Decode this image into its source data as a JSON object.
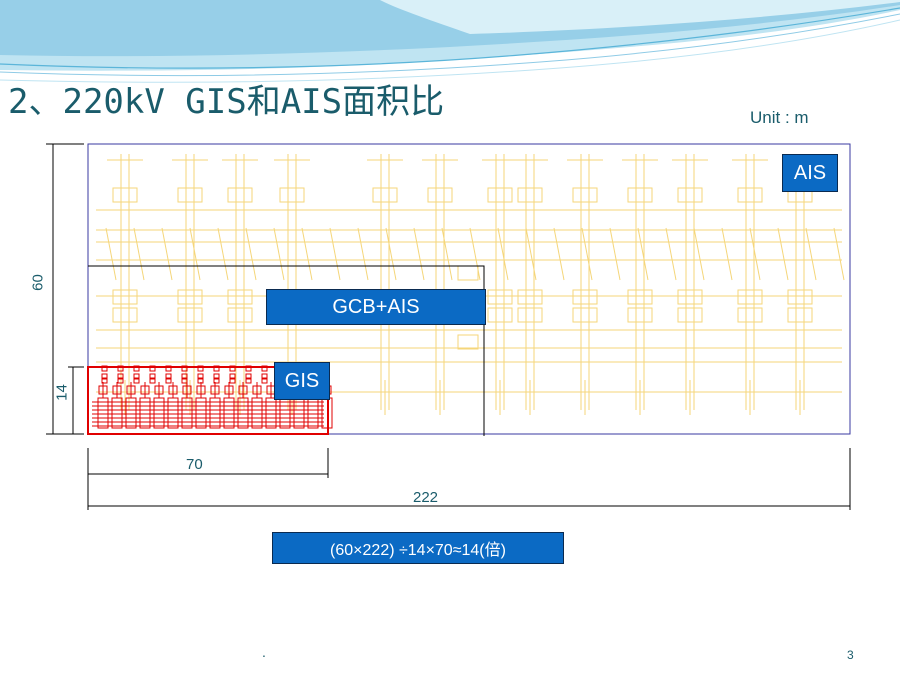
{
  "slide": {
    "title": "2、220kV GIS和AIS面积比",
    "unit": "Unit : m",
    "page_number": "3",
    "footer_mark": "."
  },
  "labels": {
    "ais": "AIS",
    "gcb_ais": "GCB+AIS",
    "gis": "GIS"
  },
  "dimensions": {
    "height_ais": "60",
    "height_gis": "14",
    "width_gis": "70",
    "width_ais": "222"
  },
  "formula": "(60×222) ÷14×70≈14(倍)",
  "colors": {
    "accent": "#0b6ac4",
    "ais_line": "#f5d67a",
    "gis_line": "#e00000",
    "frame": "#3a3aa0",
    "text": "#1a5c6b"
  }
}
